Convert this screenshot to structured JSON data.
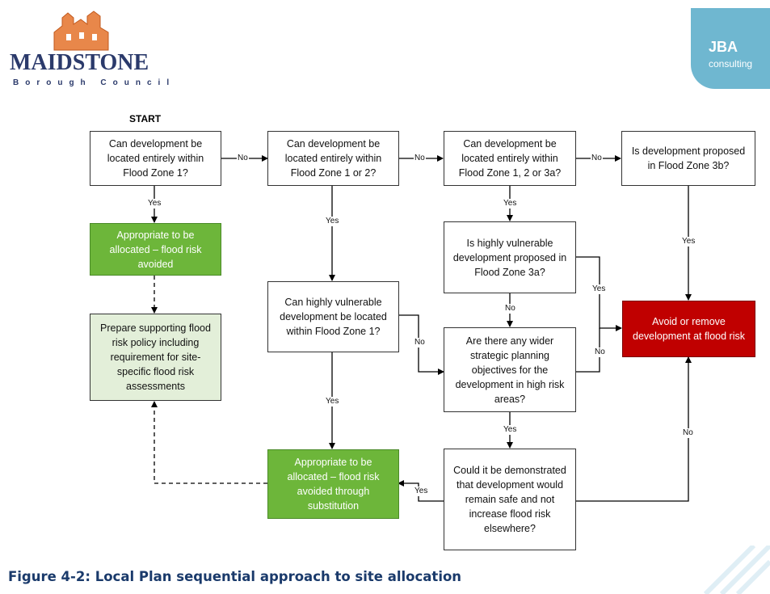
{
  "logos": {
    "council_name": "MAIDSTONE",
    "council_sub": "Borough Council",
    "jba_name": "JBA",
    "jba_sub": "consulting"
  },
  "start_label": "START",
  "boxes": {
    "q1": "Can development be located entirely within Flood Zone 1?",
    "q2": "Can development be located entirely within Flood Zone 1 or 2?",
    "q3": "Can development be located entirely within Flood Zone 1, 2 or 3a?",
    "q4": "Is development proposed in Flood Zone 3b?",
    "approp1": "Appropriate to be allocated – flood risk avoided",
    "prepare": "Prepare supporting flood risk policy including requirement for site-specific flood risk assessments",
    "q_hv1": "Can highly vulnerable development be located within Flood Zone 1?",
    "q_hv3a": "Is highly vulnerable development proposed in Flood Zone 3a?",
    "q_wider": "Are there any wider strategic planning objectives for the development in high risk areas?",
    "avoid": "Avoid or remove development at flood risk",
    "approp2": "Appropriate to be allocated – flood risk avoided through substitution",
    "q_safe": "Could it be demonstrated that development would remain safe and not increase flood risk elsewhere?"
  },
  "labels": {
    "no": "No",
    "yes": "Yes"
  },
  "caption": "Figure 4-2: Local Plan sequential approach to site allocation"
}
